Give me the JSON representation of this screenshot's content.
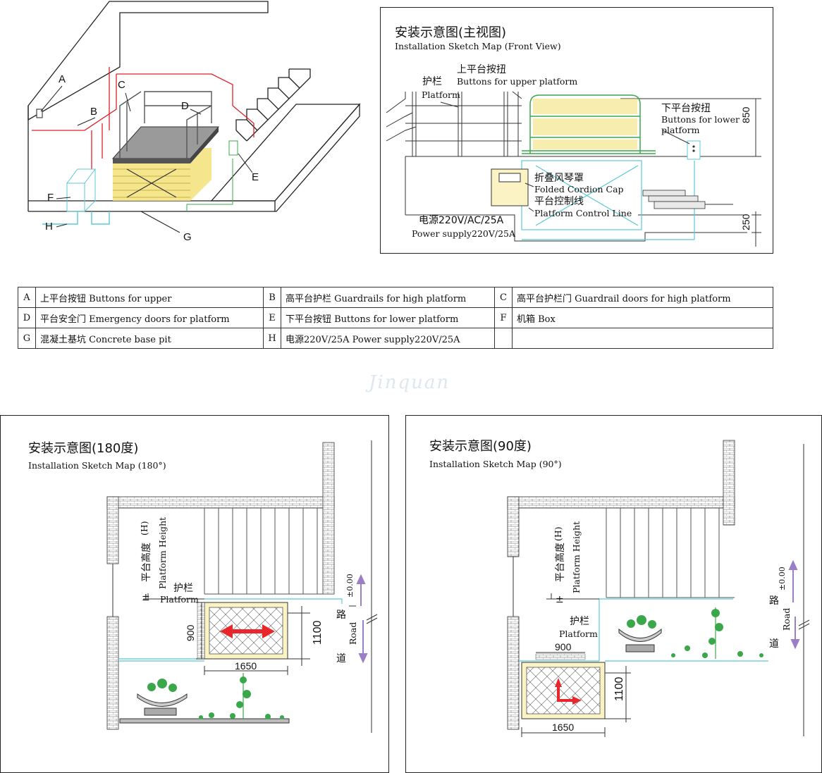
{
  "iso_view": {
    "letters": [
      "A",
      "B",
      "C",
      "D",
      "E",
      "F",
      "G",
      "H"
    ]
  },
  "front_view": {
    "title_cn": "安装示意图(主视图)",
    "title_en": "Installation Sketch Map (Front View)",
    "guardrail_cn": "护栏",
    "guardrail_en": "Platform",
    "upper_btn_cn": "上平台按扭",
    "upper_btn_en": "Buttons for upper platform",
    "lower_btn_cn": "下平台按扭",
    "lower_btn_en_1": "Buttons for lower",
    "lower_btn_en_2": "platform",
    "cap_cn": "折叠风琴罩",
    "cap_en": "Folded Cordion Cap",
    "ctrl_cn": "平台控制线",
    "ctrl_en": "Platform Control Line",
    "power_cn": "电源220V/AC/25A",
    "power_en": "Power supply220V/25A",
    "dim_850": "850",
    "dim_250": "250"
  },
  "legend": {
    "rows": [
      [
        {
          "k": "A",
          "v": "上平台按钮  Buttons for upper"
        },
        {
          "k": "B",
          "v": "高平台护栏  Guardrails for high platform"
        },
        {
          "k": "C",
          "v": "高平台护栏门  Guardrail doors for high platform"
        }
      ],
      [
        {
          "k": "D",
          "v": "平台安全门  Emergency doors for platform"
        },
        {
          "k": "E",
          "v": "下平台按钮  Buttons for lower platform"
        },
        {
          "k": "F",
          "v": "机箱  Box"
        }
      ],
      [
        {
          "k": "G",
          "v": "混凝土基坑  Concrete base pit"
        },
        {
          "k": "H",
          "v": "电源220V/25A  Power supply220V/25A"
        },
        {
          "k": "",
          "v": ""
        }
      ]
    ]
  },
  "watermark": "Jinquan",
  "plan_180": {
    "title_cn": "安装示意图(180度)",
    "title_en": "Installation Sketch Map (180°)",
    "height_cn": "平台高度",
    "height_en": "Platform Height",
    "height_h": "(H)",
    "pm": "±",
    "guardrail_cn": "护栏",
    "guardrail_en": "Platform",
    "dim_900": "900",
    "dim_1100": "1100",
    "dim_1650": "1650",
    "zero": "±0.00",
    "road_cn_1": "路",
    "road_cn_2": "道",
    "road_en": "Road"
  },
  "plan_90": {
    "title_cn": "安装示意图(90度)",
    "title_en": "Installation Sketch Map (90°)",
    "height_cn": "平台高度",
    "height_en": "Platform Height",
    "height_h": "(H)",
    "pm": "±",
    "guardrail_cn": "护栏",
    "guardrail_en": "Platform",
    "dim_900": "900",
    "dim_1100": "1100",
    "dim_1650": "1650",
    "zero": "±0.00",
    "road_cn_1": "路",
    "road_cn_2": "道",
    "road_en": "Road"
  },
  "colors": {
    "red_rail": "#e0202a",
    "cyan_line": "#5cc8d8",
    "green_line": "#3aa84a",
    "yellow_cover": "#f3e27a",
    "arrow": "#e8262c",
    "purple_arrow": "#9b7fc6"
  }
}
